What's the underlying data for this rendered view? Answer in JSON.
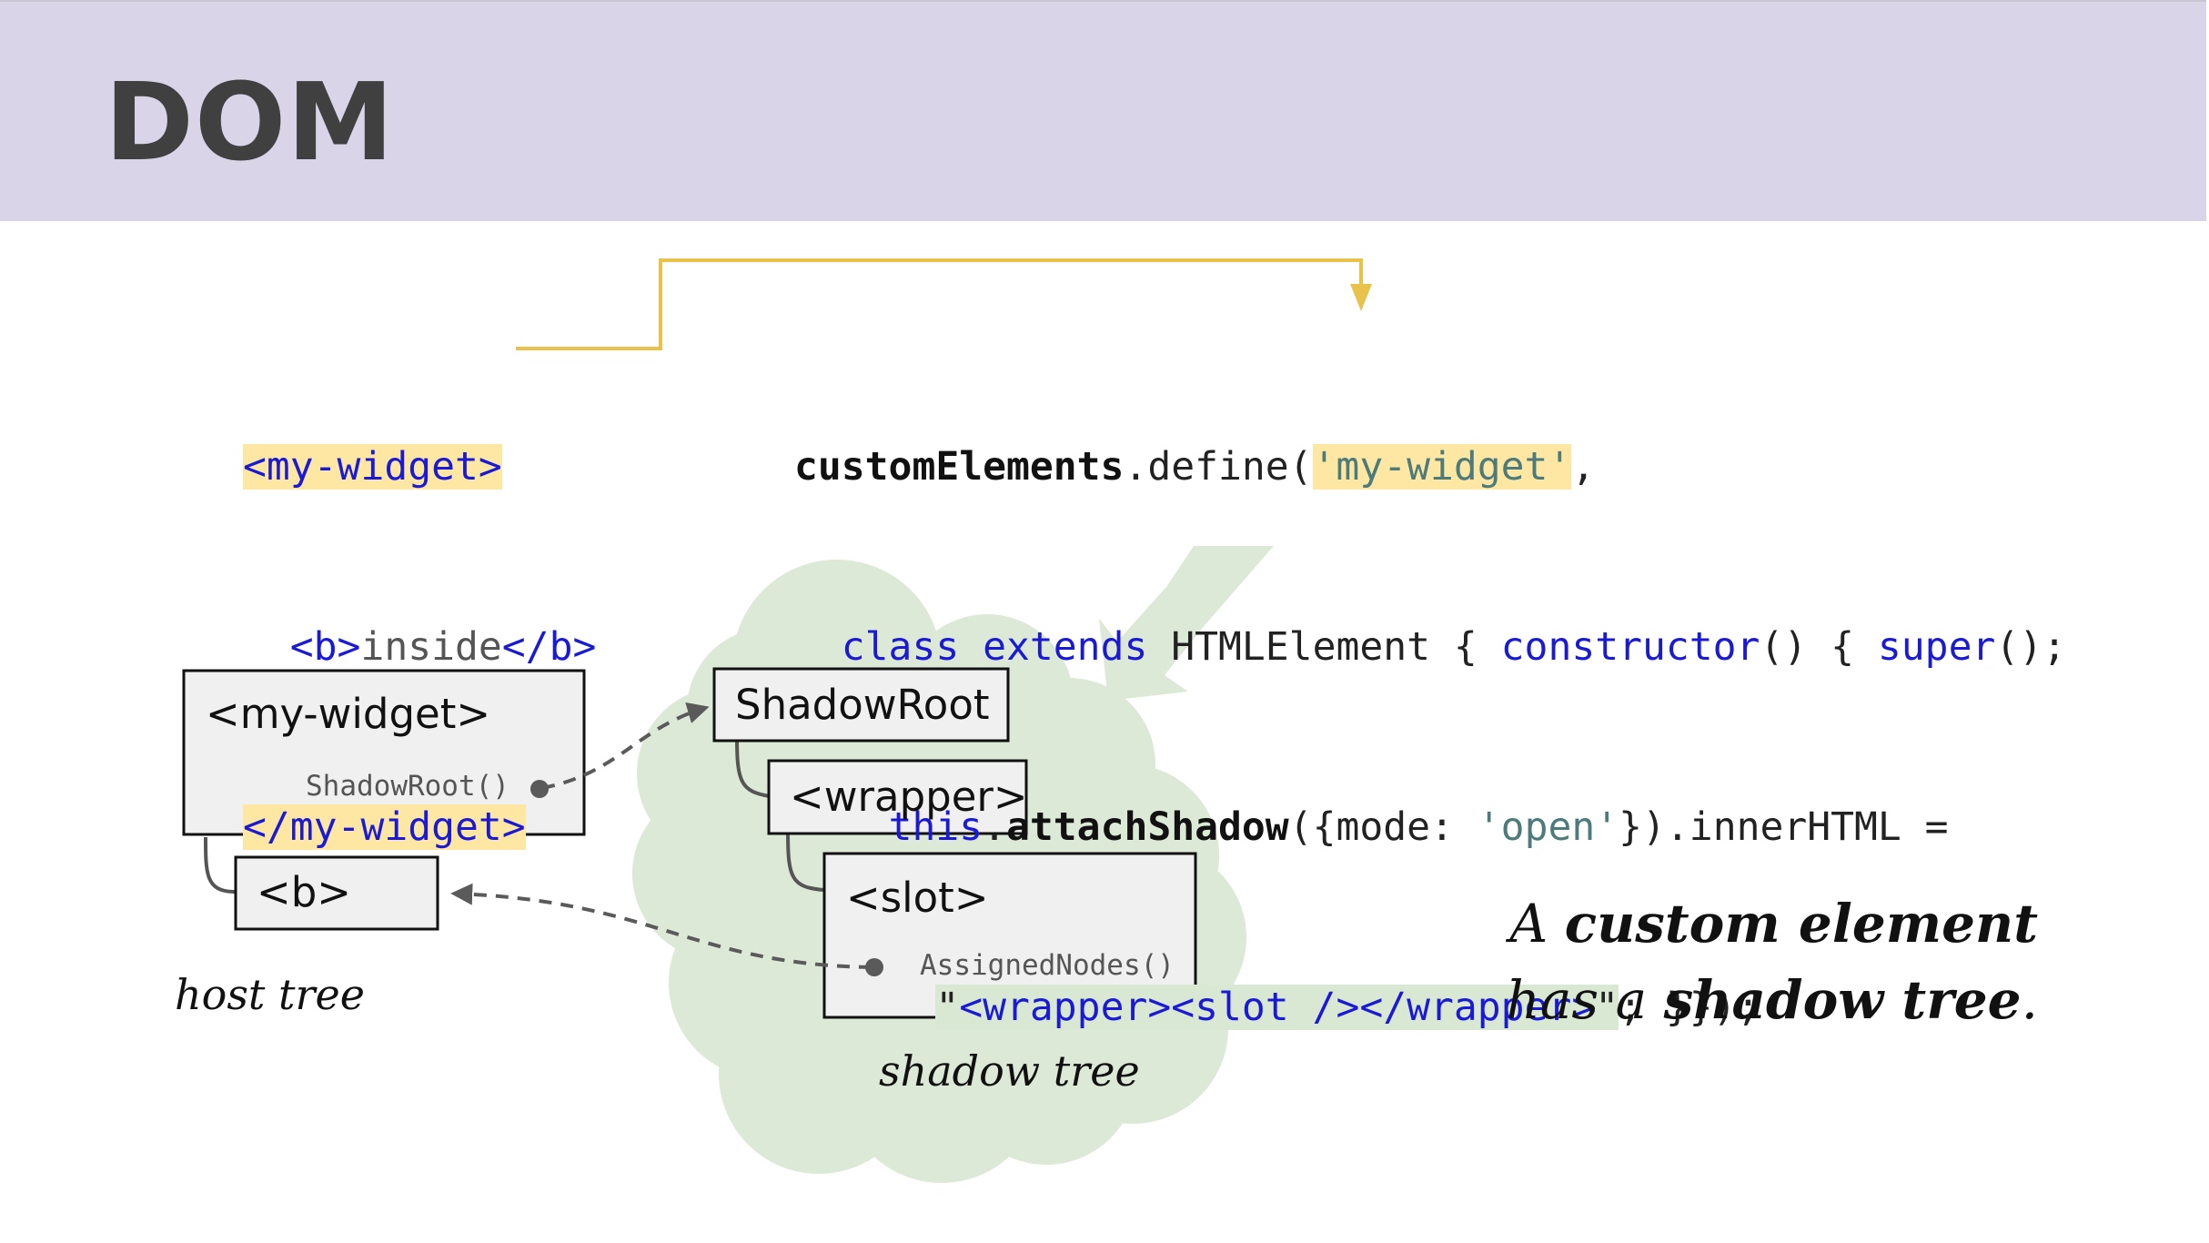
{
  "slide": {
    "title": "DOM"
  },
  "html_snippet": {
    "open_tag": "<my-widget>",
    "inner_open": "<b>",
    "inner_text": "inside",
    "inner_close": "</b>",
    "close_tag": "</my-widget>"
  },
  "js_snippet": {
    "l1_obj": "customElements",
    "l1_dot_define": ".define(",
    "l1_name": "'my-widget'",
    "l1_comma": ",",
    "l2_class": "class",
    "l2_extends": "extends",
    "l2_base": "HTMLElement { ",
    "l2_ctor": "constructor",
    "l2_parens": "() { ",
    "l2_super": "super",
    "l2_end": "();",
    "l3_this": "this",
    "l3_dot": ".",
    "l3_attach": "attachShadow",
    "l3_args_start": "({mode: ",
    "l3_mode": "'open'",
    "l3_rest": "}).innerHTML =",
    "l4_quote_open": "\"",
    "l4_markup": "<wrapper><slot /></wrapper>",
    "l4_quote_close": "\"",
    "l4_end": "; }});"
  },
  "host_tree": {
    "widget_label": "<my-widget>",
    "shadowroot_method": "ShadowRoot()",
    "b_label": "<b>",
    "caption": "host tree"
  },
  "shadow_tree": {
    "root_label": "ShadowRoot",
    "wrapper_label": "<wrapper>",
    "slot_label": "<slot>",
    "assigned_method": "AssignedNodes()",
    "caption": "shadow tree"
  },
  "tagline": {
    "l1_a": "A ",
    "l1_b": "custom element",
    "l2_a": "has a ",
    "l2_b": "shadow tree",
    "l2_c": "."
  },
  "colors": {
    "header_bg": "#d9d4e8",
    "keyword": "#1a1ad6",
    "string": "#4d7a7a",
    "highlight_yellow": "#fde7a3",
    "highlight_green": "#d8e8d2",
    "cloud": "#dce9d6",
    "arrow_yellow": "#e8c24a",
    "node_bg": "#f0f0f0"
  }
}
